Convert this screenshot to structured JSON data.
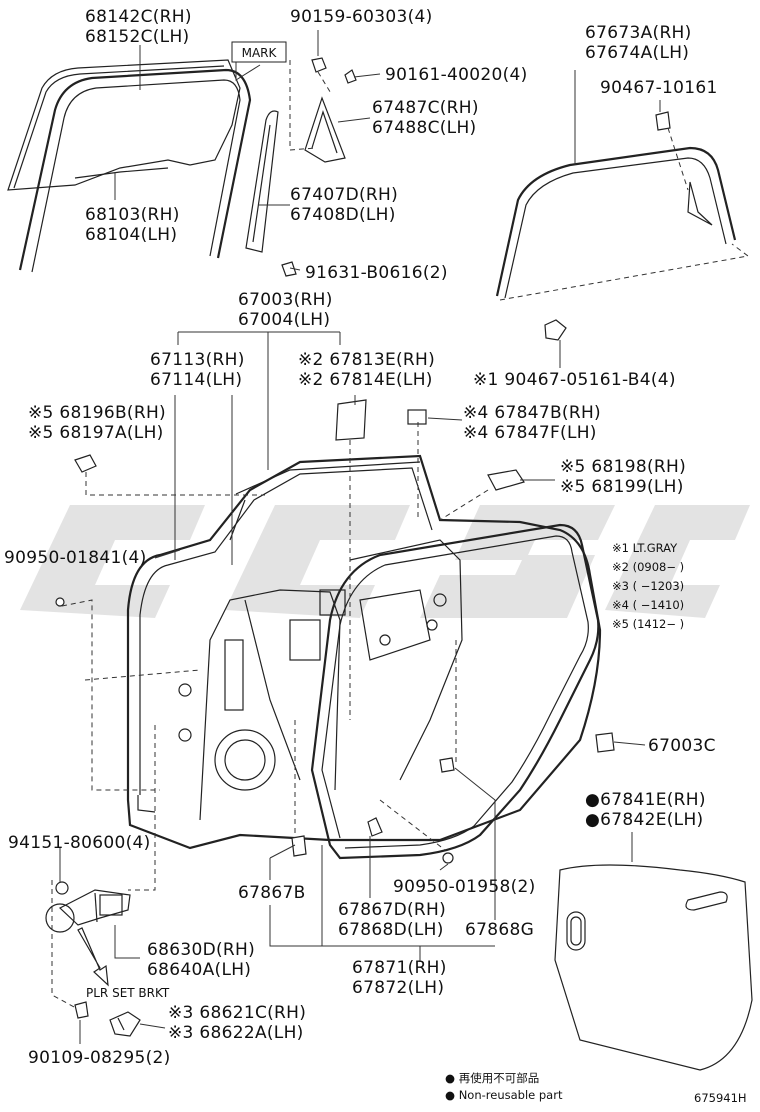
{
  "labels": {
    "p68142": "68142C(RH)",
    "p68152": "68152C(LH)",
    "mark": "MARK",
    "p90159": "90159-60303(4)",
    "p90161": "90161-40020(4)",
    "p67487": "67487C(RH)",
    "p67488": "67488C(LH)",
    "p67673": "67673A(RH)",
    "p67674": "67674A(LH)",
    "p90467a": "90467-10161",
    "p68103": "68103(RH)",
    "p68104": "68104(LH)",
    "p67407": "67407D(RH)",
    "p67408": "67408D(LH)",
    "p91631": "91631-B0616(2)",
    "p67003": "67003(RH)",
    "p67004": "67004(LH)",
    "p67113": "67113(RH)",
    "p67114": "67114(LH)",
    "p67813": "※2 67813E(RH)",
    "p67814": "※2 67814E(LH)",
    "p90467b": "※1 90467-05161-B4(4)",
    "p68196": "※5 68196B(RH)",
    "p68197": "※5 68197A(LH)",
    "p67847b": "※4 67847B(RH)",
    "p67847f": "※4 67847F(LH)",
    "p68198": "※5 68198(RH)",
    "p68199": "※5 68199(LH)",
    "p90950a": "90950-01841(4)",
    "p67003c": "67003C",
    "p67841": "●67841E(RH)",
    "p67842": "●67842E(LH)",
    "p94151": "94151-80600(4)",
    "p90950b": "90950-01958(2)",
    "p67867b": "67867B",
    "p67867d": "67867D(RH)",
    "p67868d": "67868D(LH)",
    "p67868g": "67868G",
    "p68630": "68630D(RH)",
    "p68640": "68640A(LH)",
    "plr": "PLR SET BRKT",
    "p67871": "67871(RH)",
    "p67872": "67872(LH)",
    "p68621": "※3 68621C(RH)",
    "p68622": "※3 68622A(LH)",
    "p90109": "90109-08295(2)"
  },
  "notes": [
    "※1 LT.GRAY",
    "※2 (0908−        )",
    "※3 (          −1203)",
    "※4 (          −1410)",
    "※5 (1412−        )"
  ],
  "legend": {
    "line1": "● 再使用不可部品",
    "line2": "● Non-reusable part"
  },
  "figure_id": "675941H"
}
